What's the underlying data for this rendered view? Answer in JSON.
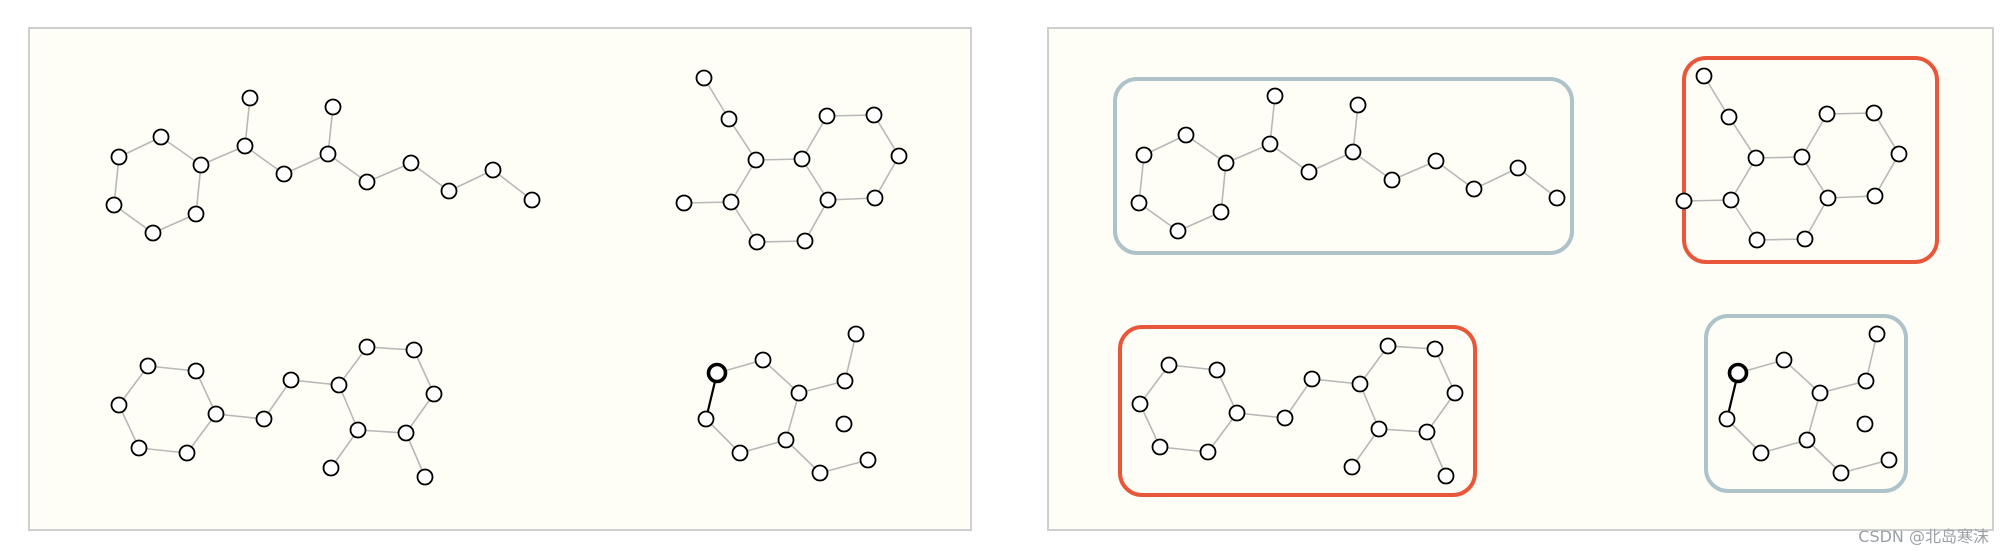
{
  "colors": {
    "panel_fill": "#fefef7",
    "panel_border": "#cfcfcf",
    "edge": "#b8b8b8",
    "node_stroke": "#000000",
    "node_fill": "#ffffff",
    "box_blue": "#adc3c9",
    "box_red": "#e8573a"
  },
  "watermark": "CSDN @北岛寒沫",
  "panels": [
    {
      "name": "left-panel"
    },
    {
      "name": "right-panel"
    }
  ],
  "graphs": [
    {
      "name": "molecule-chain",
      "highlighted_node": null,
      "highlighted_edges": []
    },
    {
      "name": "molecule-fused-rings",
      "highlighted_node": null,
      "highlighted_edges": []
    },
    {
      "name": "molecule-ring-linker",
      "highlighted_node": null,
      "highlighted_edges": []
    },
    {
      "name": "molecule-single-ring",
      "highlighted_node": 0,
      "highlighted_edges": [
        [
          0,
          1
        ],
        [
          0,
          2
        ]
      ]
    }
  ],
  "groupings": [
    {
      "graph": 0,
      "color": "box_blue"
    },
    {
      "graph": 1,
      "color": "box_red"
    },
    {
      "graph": 2,
      "color": "box_red"
    },
    {
      "graph": 3,
      "color": "box_blue"
    }
  ]
}
